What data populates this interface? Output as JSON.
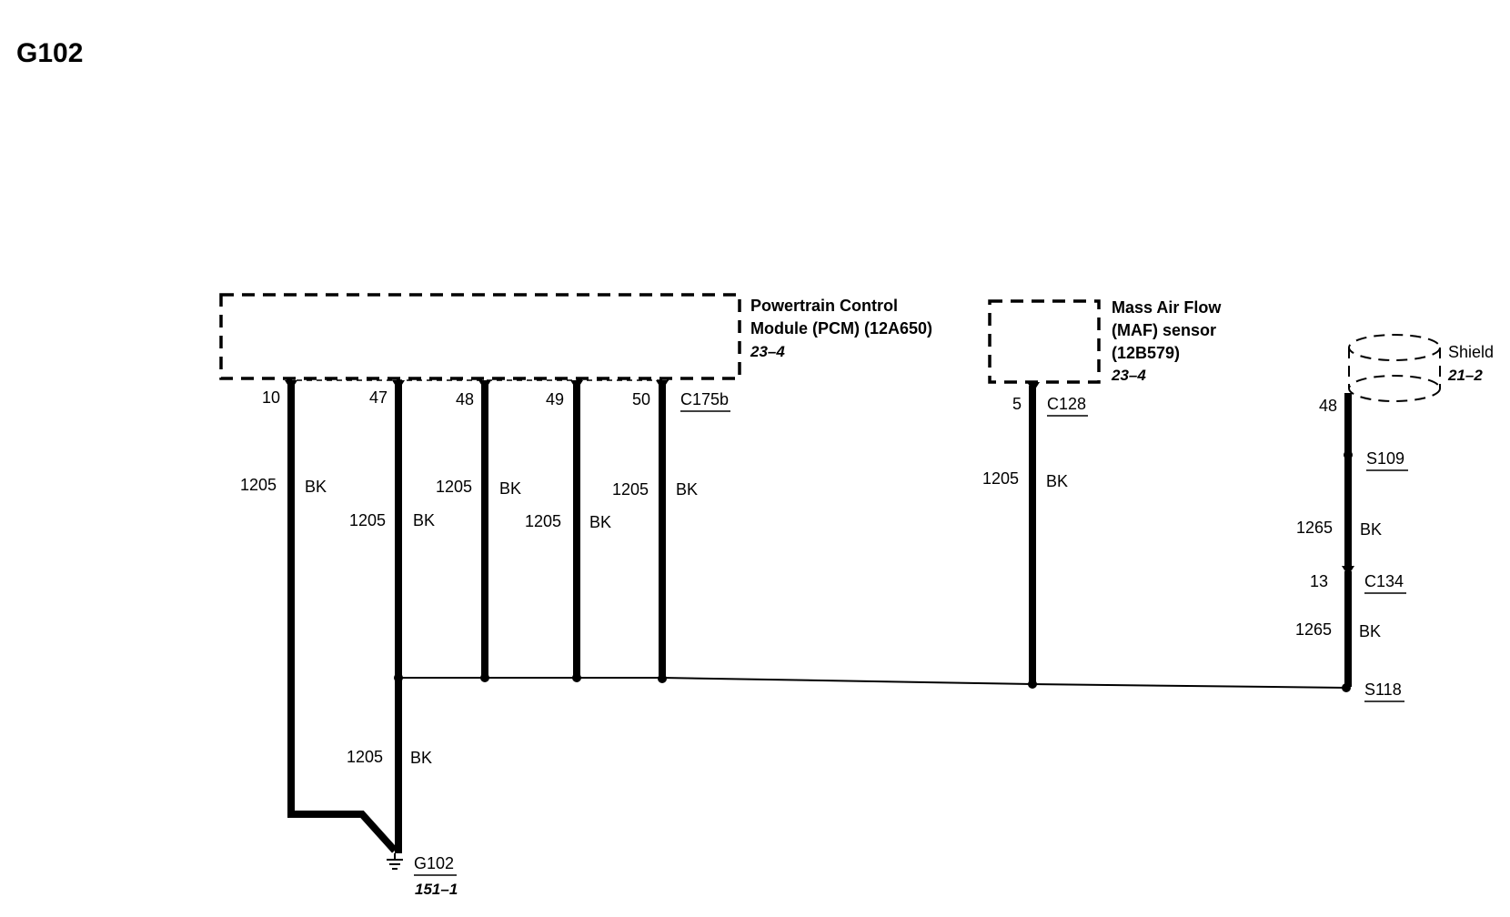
{
  "title": "G102",
  "pcm": {
    "name_line1": "Powertrain Control",
    "name_line2": "Module (PCM) (12A650)",
    "ref": "23–4",
    "connector": "C175b",
    "pins": [
      "10",
      "47",
      "48",
      "49",
      "50"
    ]
  },
  "maf": {
    "name_line1": "Mass Air Flow",
    "name_line2": "(MAF) sensor",
    "name_line3": "(12B579)",
    "ref": "23–4",
    "connector": "C128",
    "pin": "5"
  },
  "shield": {
    "name": "Shield",
    "ref": "21–2",
    "pin": "48"
  },
  "wires": {
    "circuit_1205": "1205",
    "circuit_1265": "1265",
    "color_bk": "BK"
  },
  "splices": {
    "s109": "S109",
    "s118": "S118"
  },
  "c134": {
    "connector": "C134",
    "pin": "13"
  },
  "ground": {
    "name": "G102",
    "ref": "151–1"
  }
}
